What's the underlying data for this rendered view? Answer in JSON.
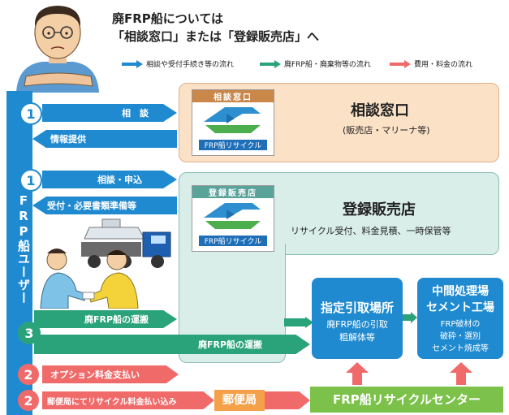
{
  "title": {
    "line1": "廃FRP船については",
    "line2": "「相談窓口」または「登録販売店」へ"
  },
  "legend": [
    {
      "label": "相談や受付手続き等の流れ",
      "color": "#1f8ad0"
    },
    {
      "label": "廃FRP船・廃棄物等の流れ",
      "color": "#2aa37a"
    },
    {
      "label": "費用・料金の流れ",
      "color": "#f06a6a"
    }
  ],
  "user_label": "FRP船ユーザー",
  "step_numbers": {
    "consult1": "1",
    "consult2": "1",
    "transport": "3",
    "option": "2",
    "post": "2"
  },
  "arrows": {
    "consult": "相　談",
    "info": "情報提供",
    "consult_apply": "相談・申込",
    "reception": "受付・必要書類準備等",
    "transport1": "廃FRP船の運搬",
    "transport2": "廃FRP船の運搬",
    "option_fee": "オプション料金支払い",
    "post_fee": "郵便局にてリサイクル料金払い込み"
  },
  "box1": {
    "tag": "相談窓口",
    "logo_text": "FRP船リサイクル",
    "title": "相談窓口",
    "subtitle": "(販売店・マリーナ等)"
  },
  "box2": {
    "tag": "登録販売店",
    "logo_text": "FRP船リサイクル",
    "title": "登録販売店",
    "subtitle": "リサイクル受付、料金見積、一時保管等"
  },
  "pickup": {
    "title": "指定引取場所",
    "desc1": "廃FRP船の引取",
    "desc2": "粗解体等"
  },
  "processing": {
    "title1": "中間処理場",
    "title2": "セメント工場",
    "desc1": "FRP破材の",
    "desc2": "破砕・選別",
    "desc3": "セメント焼成等"
  },
  "post_office": "郵便局",
  "recycle_center": "FRP船リサイクルセンター",
  "colors": {
    "blue": "#1f8ad0",
    "green": "#2aa37a",
    "red": "#f06a6a",
    "orange": "#f5a14a",
    "lime": "#7cc24a"
  }
}
